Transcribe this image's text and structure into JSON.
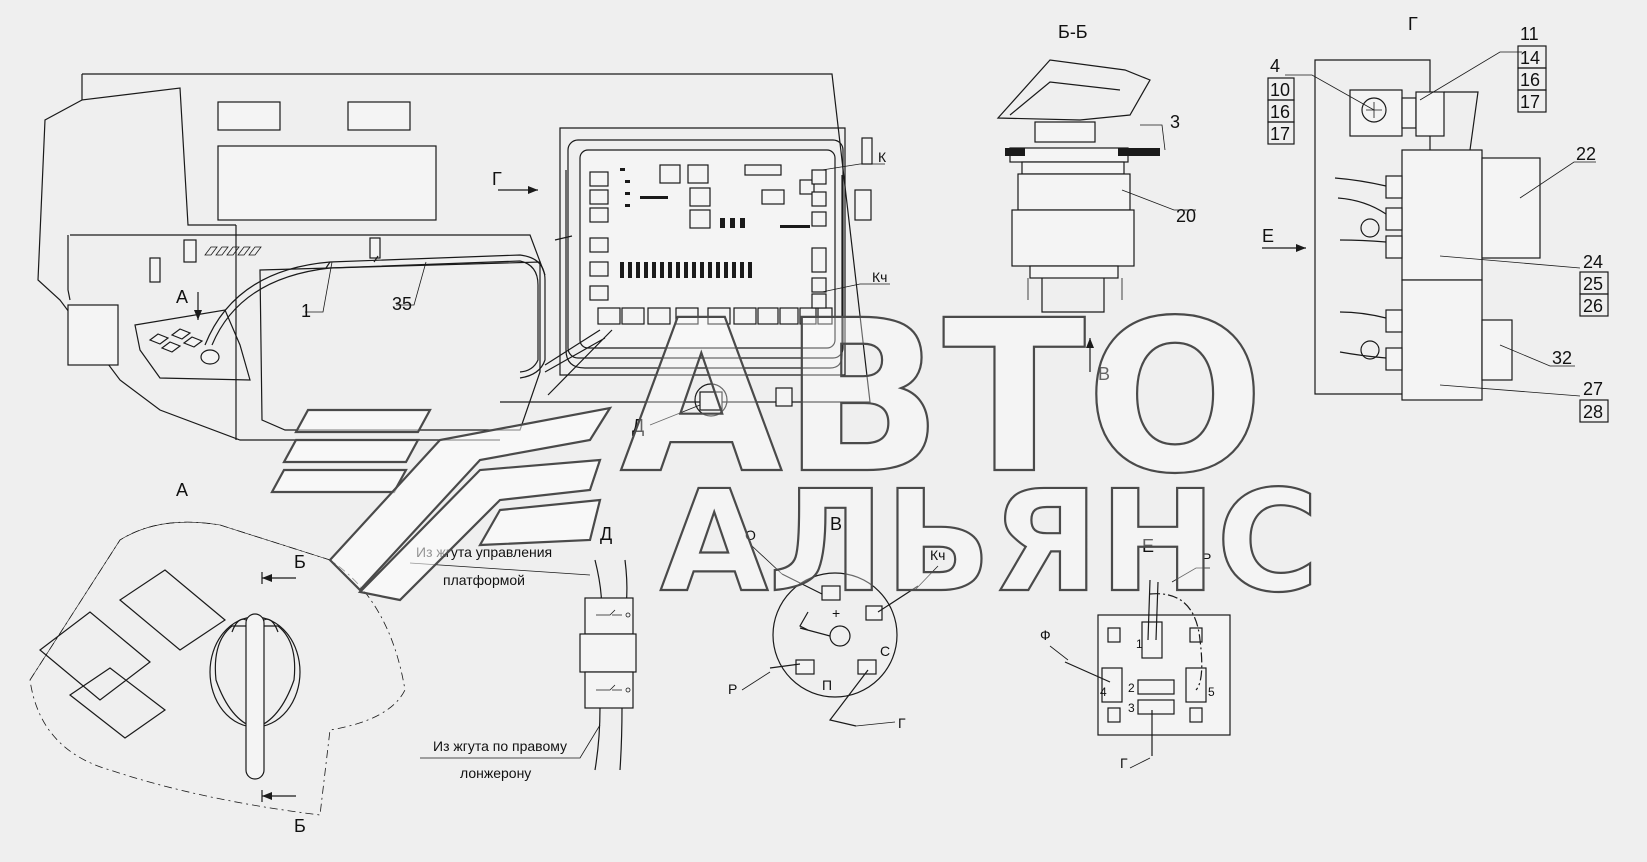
{
  "views": {
    "bb": "Б-Б",
    "g": "Г",
    "a": "А",
    "d": "Д",
    "v": "В",
    "e": "Е"
  },
  "markers": {
    "g_arrow": "Г",
    "a_arrow": "А",
    "d_marker": "Д",
    "b_top": "Б",
    "b_bottom": "Б",
    "v_arrow": "В",
    "e_arrow": "Е"
  },
  "main_view": {
    "callouts": [
      "1",
      "35"
    ],
    "k_label": "К",
    "kch_label": "Кч"
  },
  "section_bb": {
    "callouts": [
      "3",
      "20"
    ]
  },
  "view_g": {
    "left_callouts": [
      "4",
      "10",
      "16",
      "17"
    ],
    "right_top_callouts": [
      "11",
      "14",
      "16",
      "17"
    ],
    "callout_22": "22",
    "callouts_24": [
      "24",
      "25",
      "26"
    ],
    "callout_32": "32",
    "callouts_27": [
      "27",
      "28"
    ]
  },
  "view_d": {
    "note_top_line1": "Из жгута управления",
    "note_top_line2": "платформой",
    "note_bottom_line1": "Из жгута по правому",
    "note_bottom_line2": "лонжерону"
  },
  "view_v": {
    "o": "О",
    "kch": "Кч",
    "plus": "+",
    "s": "С",
    "p_top": "Р",
    "pi": "П",
    "g": "Г"
  },
  "view_e": {
    "r": "Р",
    "f": "Ф",
    "g": "Г",
    "n1": "1",
    "n2": "2",
    "n3": "3",
    "n4": "4",
    "n5": "5"
  },
  "watermark": {
    "line1": "АВТО",
    "line2": "АЛЬЯНС"
  }
}
